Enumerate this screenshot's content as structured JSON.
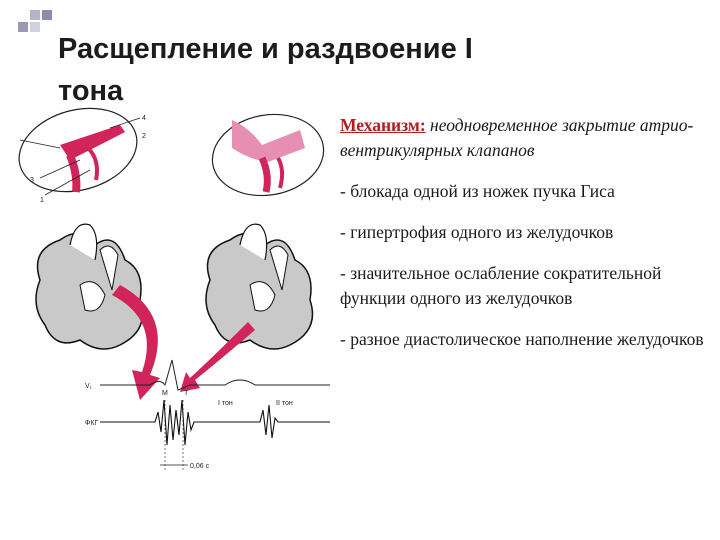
{
  "slide": {
    "title_line1": "Расщепление и  раздвоение I",
    "title_line2": "тона",
    "mechanism_label": "Механизм:",
    "mechanism_text": " неодновременное закрытие  атрио-вентрикулярных клапанов",
    "points": [
      "- блокада одной из ножек  пучка Гиса",
      "-  гипертрофия одного из желудочков",
      "- значительное ослабление сократительной функции одного  из желудочков",
      "- разное диастолическое наполнение желудочков"
    ]
  },
  "figure": {
    "ecg_label": "V₁",
    "pcg_label": "ФКГ",
    "m_label": "M",
    "t_label": "T",
    "tone1_label": "I тон",
    "tone2_label": "II тон",
    "interval_label": "0,06 с",
    "num_labels": [
      "1",
      "2",
      "3",
      "4"
    ]
  },
  "colors": {
    "accent": "#b11e1e",
    "magenta": "#d1245a",
    "pink": "#e78fb3"
  }
}
